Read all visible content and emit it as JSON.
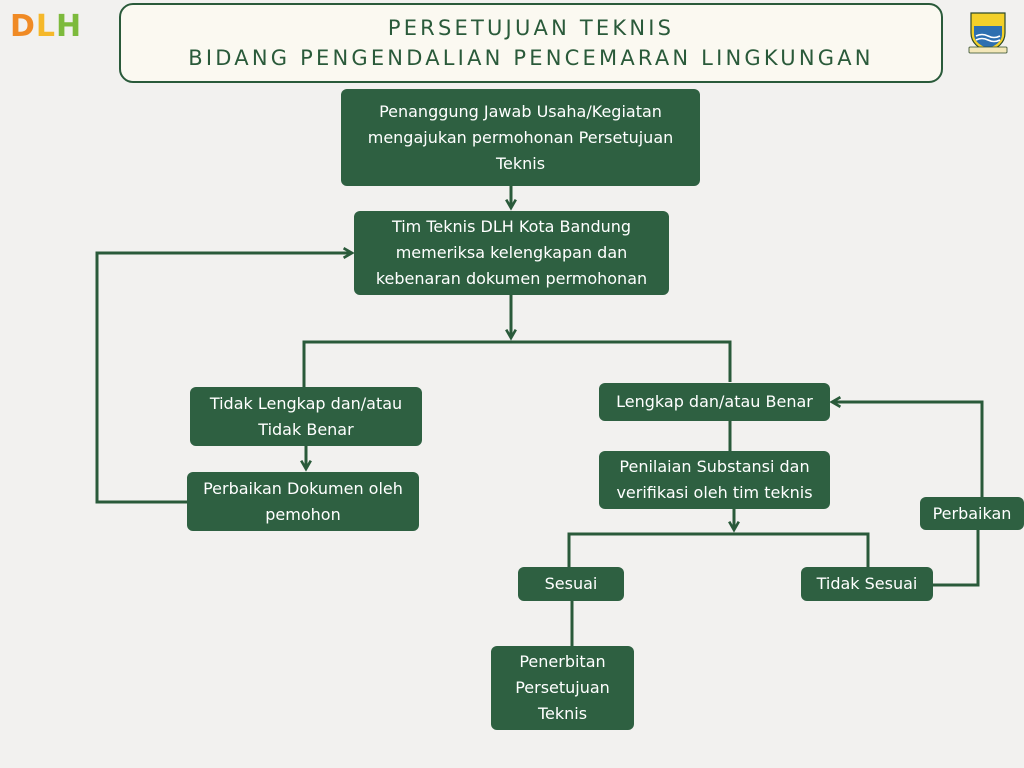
{
  "header": {
    "title_line1": "PERSETUJUAN TEKNIS",
    "title_line2": "BIDANG PENGENDALIAN PENCEMARAN LINGKUNGAN",
    "logo_text": "DLH"
  },
  "nodes": {
    "submit": "Penanggung Jawab Usaha/Kegiatan mengajukan permohonan Persetujuan Teknis",
    "check": "Tim Teknis DLH Kota Bandung memeriksa kelengkapan dan kebenaran dokumen permohonan",
    "incomplete": "Tidak Lengkap dan/atau Tidak Benar",
    "fix_docs": "Perbaikan Dokumen oleh pemohon",
    "complete": "Lengkap dan/atau Benar",
    "assessment": "Penilaian Substansi dan verifikasi oleh tim teknis",
    "repair": "Perbaikan",
    "fit": "Sesuai",
    "not_fit": "Tidak Sesuai",
    "issue": "Penerbitan Persetujuan Teknis"
  },
  "colors": {
    "node_fill": "#2e6041",
    "line": "#2a5a3a",
    "background": "#f2f1ef",
    "title_fill": "#fbf9f1"
  },
  "icons": {
    "top_left": "dlh-logo",
    "top_right": "city-emblem-icon"
  }
}
